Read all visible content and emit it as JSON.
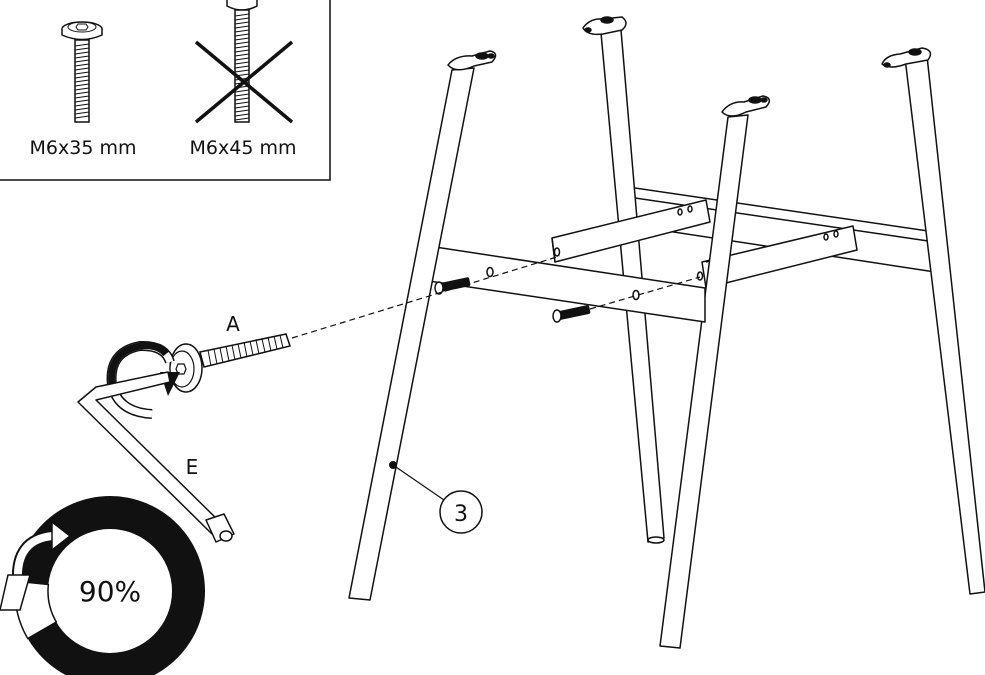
{
  "screw_box": {
    "allowed": {
      "label": "M6x35 mm"
    },
    "not_allowed": {
      "label": "M6x45 mm"
    }
  },
  "assembly": {
    "screw_label": "A",
    "tool_label": "E",
    "part_number": "3"
  },
  "torque": {
    "percent_label": "90%",
    "fill_fraction": 0.9
  },
  "colors": {
    "line": "#111111",
    "background": "#ffffff"
  }
}
